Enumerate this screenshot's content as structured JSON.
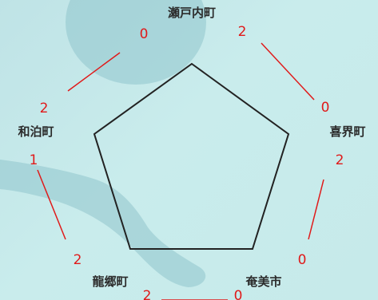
{
  "diagram": {
    "towns": [
      {
        "id": "setouchi",
        "name": "瀬戸内町"
      },
      {
        "id": "kikai",
        "name": "喜界町"
      },
      {
        "id": "amami",
        "name": "奄美市"
      },
      {
        "id": "tatsugo",
        "name": "龍郷町"
      },
      {
        "id": "wadomari",
        "name": "和泊町"
      }
    ],
    "links": [
      {
        "from": "setouchi",
        "to": "kikai",
        "score_from": "2",
        "score_to": "0"
      },
      {
        "from": "kikai",
        "to": "amami",
        "score_from": "2",
        "score_to": "0"
      },
      {
        "from": "amami",
        "to": "tatsugo",
        "score_from": "0",
        "score_to": "2"
      },
      {
        "from": "tatsugo",
        "to": "wadomari",
        "score_from": "2",
        "score_to": "1"
      },
      {
        "from": "wadomari",
        "to": "setouchi",
        "score_from": "2",
        "score_to": "0"
      }
    ],
    "colors": {
      "link_line": "#e01a1a",
      "pentagon": "#222222",
      "background_blob": "#8fc5cc"
    }
  }
}
